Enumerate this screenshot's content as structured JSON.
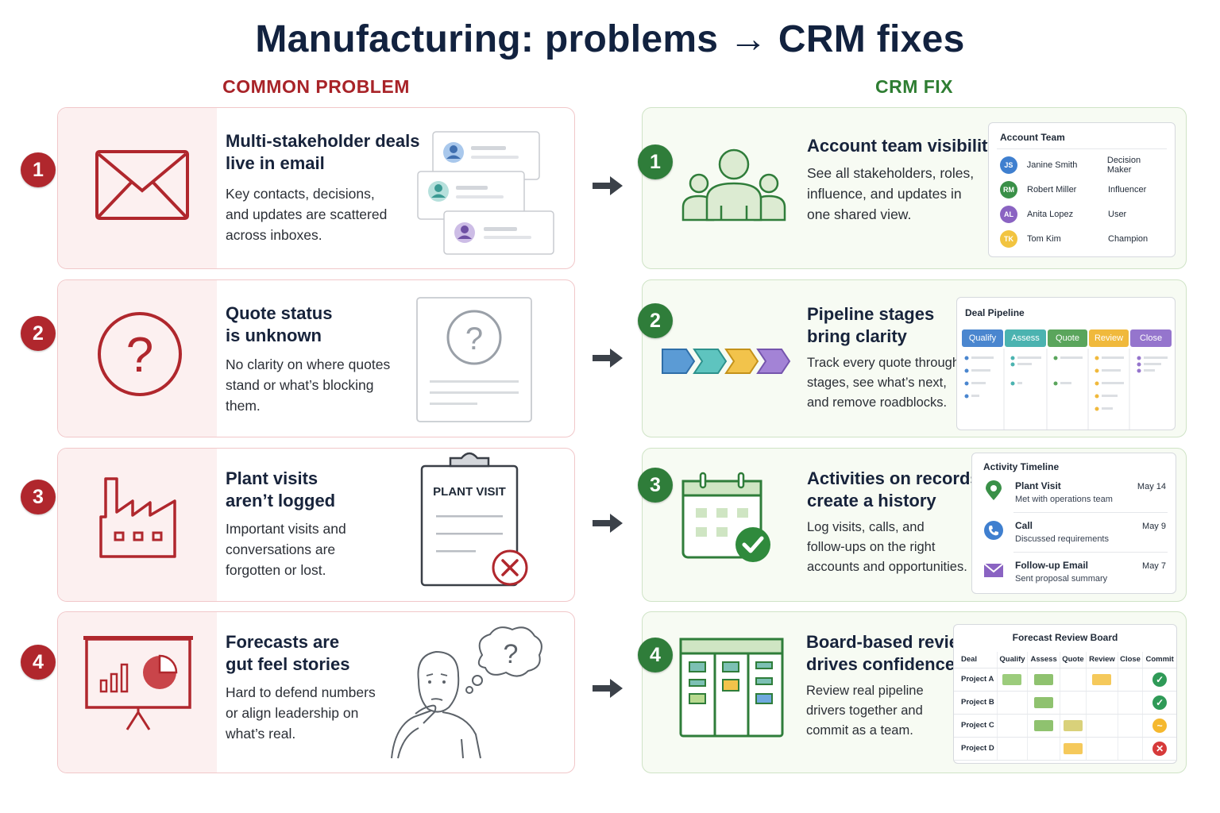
{
  "title": "Manufacturing: problems → CRM fixes",
  "column_headers": {
    "problem": "COMMON PROBLEM",
    "fix": "CRM FIX"
  },
  "colors": {
    "problem": "#a82328",
    "fix": "#2e7d32",
    "title": "#12223f"
  },
  "problems": [
    {
      "number": "1",
      "title_line1": "Multi-stakeholder deals",
      "title_line2": "live in email",
      "body_line1": "Key contacts, decisions,",
      "body_line2": "and updates are scattered",
      "body_line3": "across inboxes.",
      "icon": "envelope-icon"
    },
    {
      "number": "2",
      "title_line1": "Quote status",
      "title_line2": "is unknown",
      "body_line1": "No clarity on where quotes",
      "body_line2": "stand or what’s blocking",
      "body_line3": "them.",
      "icon": "question-mark-icon"
    },
    {
      "number": "3",
      "title_line1": "Plant visits",
      "title_line2": "aren’t logged",
      "body_line1": "Important visits and",
      "body_line2": "conversations are",
      "body_line3": "forgotten or lost.",
      "icon": "factory-icon",
      "clipboard_label": "PLANT VISIT"
    },
    {
      "number": "4",
      "title_line1": "Forecasts are",
      "title_line2": "gut feel stories",
      "body_line1": "Hard to defend numbers",
      "body_line2": "or align leadership on",
      "body_line3": "what’s real.",
      "icon": "presentation-chart-icon"
    }
  ],
  "fixes": [
    {
      "number": "1",
      "title_line1": "Account team visibility",
      "title_line2": "",
      "body_line1": "See all stakeholders, roles,",
      "body_line2": "influence, and updates in",
      "body_line3": "one shared view.",
      "icon": "team-icon"
    },
    {
      "number": "2",
      "title_line1": "Pipeline stages",
      "title_line2": "bring clarity",
      "body_line1": "Track every quote through",
      "body_line2": "stages, see what’s next,",
      "body_line3": "and remove roadblocks.",
      "icon": "pipeline-chevrons-icon"
    },
    {
      "number": "3",
      "title_line1": "Activities on records",
      "title_line2": "create a history",
      "body_line1": "Log visits, calls, and",
      "body_line2": "follow-ups on the right",
      "body_line3": "accounts and opportunities.",
      "icon": "calendar-check-icon"
    },
    {
      "number": "4",
      "title_line1": "Board-based review",
      "title_line2": "drives confidence",
      "body_line1": "Review real pipeline",
      "body_line2": "drivers together and",
      "body_line3": "commit as a team.",
      "icon": "kanban-board-icon"
    }
  ],
  "account_team": {
    "title": "Account Team",
    "members": [
      {
        "initials": "JS",
        "name": "Janine Smith",
        "role": "Decision Maker",
        "color": "#3f7fcf"
      },
      {
        "initials": "RM",
        "name": "Robert Miller",
        "role": "Influencer",
        "color": "#3a9048"
      },
      {
        "initials": "AL",
        "name": "Anita Lopez",
        "role": "User",
        "color": "#8a63c2"
      },
      {
        "initials": "TK",
        "name": "Tom Kim",
        "role": "Champion",
        "color": "#f2c440"
      }
    ]
  },
  "deal_pipeline": {
    "title": "Deal Pipeline",
    "stages": [
      {
        "label": "Qualify",
        "color": "#4a86cf"
      },
      {
        "label": "Assess",
        "color": "#4bb3b0"
      },
      {
        "label": "Quote",
        "color": "#5aa55c"
      },
      {
        "label": "Review",
        "color": "#f0b93c"
      },
      {
        "label": "Close",
        "color": "#9575cd"
      }
    ]
  },
  "activity_timeline": {
    "title": "Activity Timeline",
    "items": [
      {
        "name": "Plant Visit",
        "desc": "Met with operations team",
        "date": "May 14",
        "icon": "location-pin-icon"
      },
      {
        "name": "Call",
        "desc": "Discussed requirements",
        "date": "May 9",
        "icon": "phone-icon"
      },
      {
        "name": "Follow-up Email",
        "desc": "Sent proposal summary",
        "date": "May 7",
        "icon": "mail-icon"
      }
    ]
  },
  "forecast_board": {
    "title": "Forecast Review Board",
    "columns": [
      "Deal",
      "Qualify",
      "Assess",
      "Quote",
      "Review",
      "Close",
      "Commit"
    ],
    "rows": [
      {
        "deal": "Project A",
        "stages": [
          "#9ccc7c",
          "#8fc26f",
          "",
          "#f5c95b",
          ""
        ],
        "commit": "yes"
      },
      {
        "deal": "Project B",
        "stages": [
          "",
          "#8fc26f",
          "",
          "",
          ""
        ],
        "commit": "yes"
      },
      {
        "deal": "Project C",
        "stages": [
          "",
          "#8fc26f",
          "#d9d17a",
          "",
          ""
        ],
        "commit": "maybe"
      },
      {
        "deal": "Project D",
        "stages": [
          "",
          "",
          "#f5c95b",
          "",
          ""
        ],
        "commit": "no"
      }
    ]
  }
}
